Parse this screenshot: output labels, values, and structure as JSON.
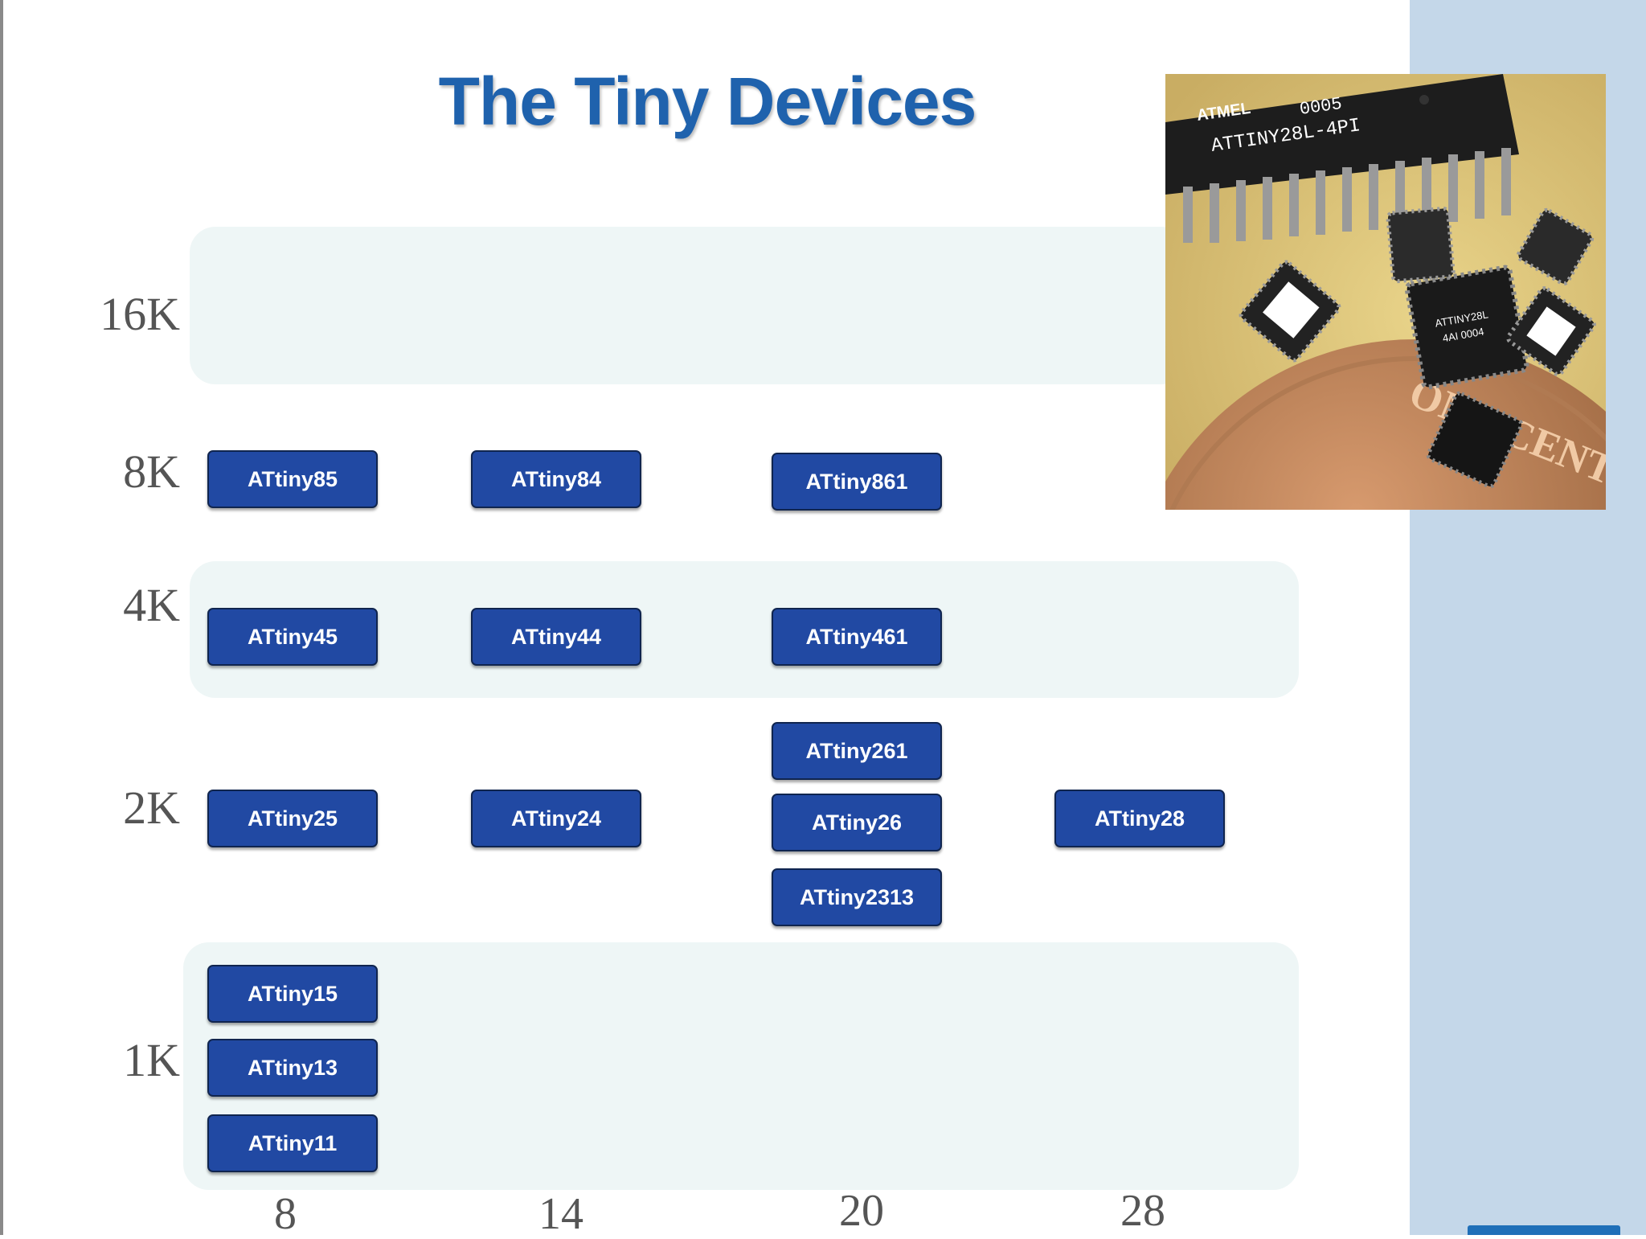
{
  "slide": {
    "title": "The Tiny Devices"
  },
  "axes": {
    "y_labels": [
      "16K",
      "8K",
      "4K",
      "2K",
      "1K"
    ],
    "x_labels": [
      "8",
      "14",
      "20",
      "28"
    ]
  },
  "devices": [
    "ATtiny85",
    "ATtiny84",
    "ATtiny861",
    "ATtiny45",
    "ATtiny44",
    "ATtiny461",
    "ATtiny261",
    "ATtiny25",
    "ATtiny24",
    "ATtiny26",
    "ATtiny28",
    "ATtiny2313",
    "ATtiny15",
    "ATtiny13",
    "ATtiny11"
  ],
  "photo": {
    "chip_text": [
      "0005",
      "ATTINY28L-4PI"
    ],
    "small_chip_text": [
      "ATTINY28L",
      "4AI 0004"
    ],
    "coin_text": "ONE CENT"
  },
  "colors": {
    "title": "#1f62ad",
    "chip_fill": "#2149a3",
    "band": "#eef6f6",
    "side_band": "#c4d7e9"
  }
}
